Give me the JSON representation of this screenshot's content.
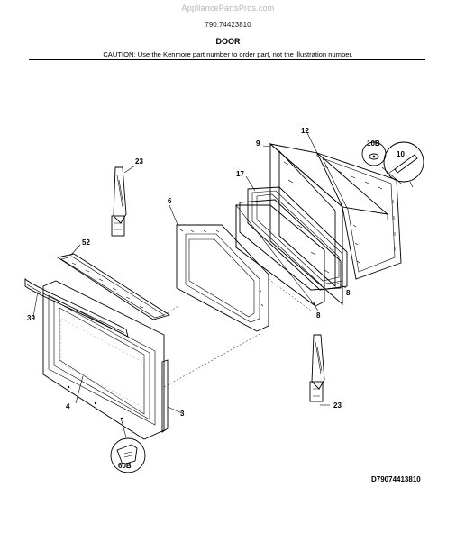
{
  "header": {
    "watermark": "AppliancePartsPros.com",
    "model_number": "790.74423810",
    "section_title": "DOOR",
    "caution_prefix": "CAUTION: Use the Kenmore part number to order ",
    "caution_link": "part",
    "caution_suffix": ", not the illustration number."
  },
  "diagram": {
    "code": "D79074413810",
    "callouts": {
      "c3": "3",
      "c4": "4",
      "c6": "6",
      "c8a": "8",
      "c8b": "8",
      "c9": "9",
      "c10": "10",
      "c10b": "10B",
      "c12": "12",
      "c17": "17",
      "c23a": "23",
      "c23b": "23",
      "c39": "39",
      "c52": "52",
      "c60b": "60B"
    }
  }
}
